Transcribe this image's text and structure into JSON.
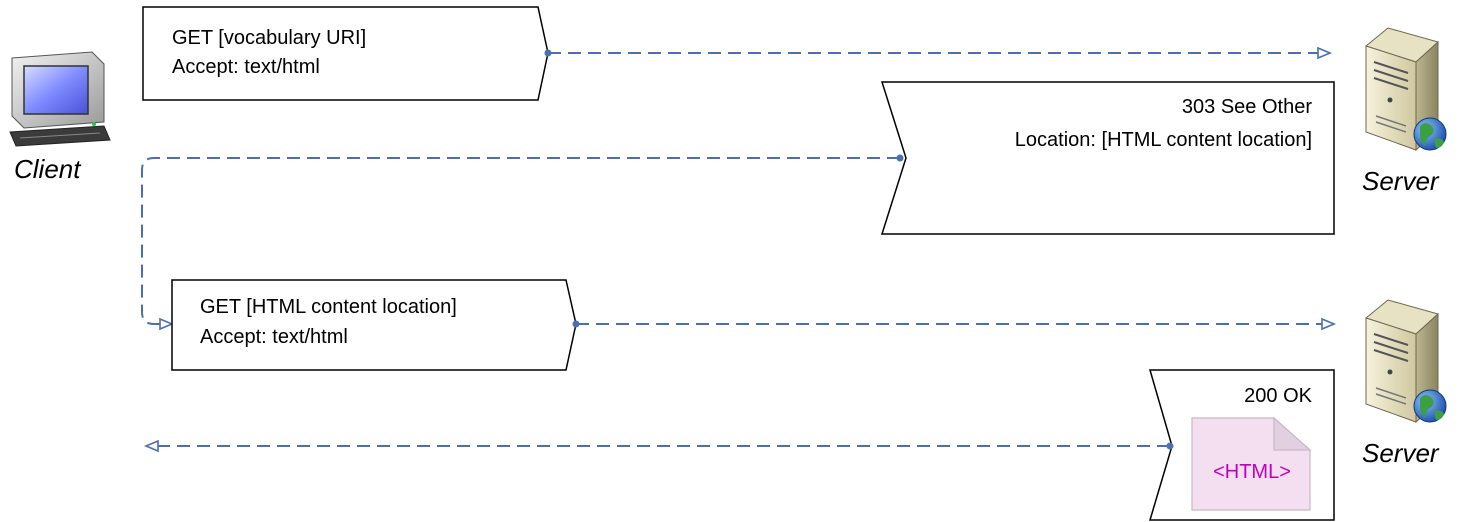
{
  "actors": {
    "client_label": "Client",
    "server_label": "Server"
  },
  "messages": {
    "request1": {
      "line1": "GET [vocabulary URI]",
      "line2": "Accept: text/html"
    },
    "response1": {
      "line1": "303 See Other",
      "line2": "Location: [HTML content location]"
    },
    "request2": {
      "line1": "GET [HTML content location]",
      "line2": "Accept: text/html"
    },
    "response2": {
      "line1": "200 OK",
      "document_tag": "<HTML>"
    }
  },
  "colors": {
    "flow_line": "#4a6fb3",
    "document_fill": "#f3dff0",
    "document_text": "#c000c0"
  },
  "icons": [
    "computer-icon",
    "server-globe-icon"
  ]
}
